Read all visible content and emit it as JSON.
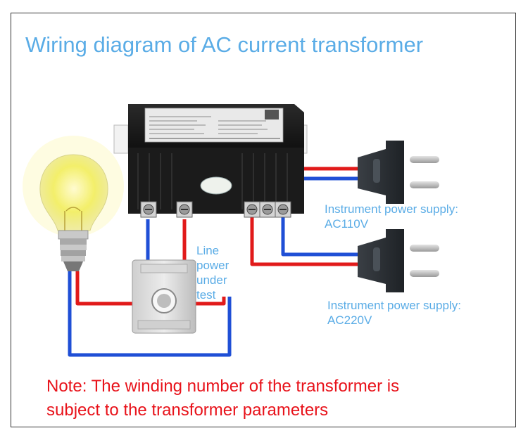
{
  "title": "Wiring diagram of AC current transformer",
  "line_label": [
    "Line",
    "power",
    "under",
    "test"
  ],
  "supply_1": [
    "Instrument power supply:",
    "AC110V"
  ],
  "supply_2": [
    "Instrument power supply:",
    "AC220V"
  ],
  "note": [
    "Note: The winding number of the transformer is",
    "subject to the transformer parameters"
  ],
  "colors": {
    "wire_red": "#e11a1a",
    "wire_blue": "#1f4fd6",
    "label_blue": "#5aace6",
    "note_red": "#e8121a"
  }
}
